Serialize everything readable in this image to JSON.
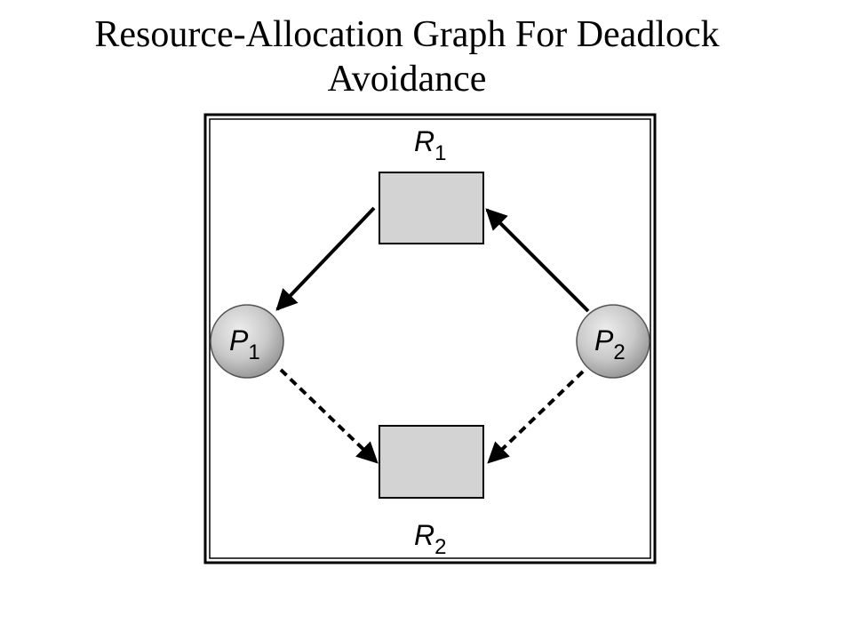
{
  "title": {
    "line1": "Resource-Allocation Graph For Deadlock",
    "line2": "Avoidance"
  },
  "diagram": {
    "resources": [
      {
        "id": "R1",
        "letter": "R",
        "index": "1"
      },
      {
        "id": "R2",
        "letter": "R",
        "index": "2"
      }
    ],
    "processes": [
      {
        "id": "P1",
        "letter": "P",
        "index": "1"
      },
      {
        "id": "P2",
        "letter": "P",
        "index": "2"
      }
    ],
    "edges": [
      {
        "from": "R1",
        "to": "P1",
        "kind": "assignment",
        "style": "solid"
      },
      {
        "from": "P2",
        "to": "R1",
        "kind": "request",
        "style": "solid"
      },
      {
        "from": "P1",
        "to": "R2",
        "kind": "claim",
        "style": "dashed"
      },
      {
        "from": "P2",
        "to": "R2",
        "kind": "claim",
        "style": "dashed"
      }
    ],
    "colors": {
      "resource_fill": "#d3d3d3",
      "process_fill": "#c8c8c8",
      "stroke": "#000000"
    }
  }
}
